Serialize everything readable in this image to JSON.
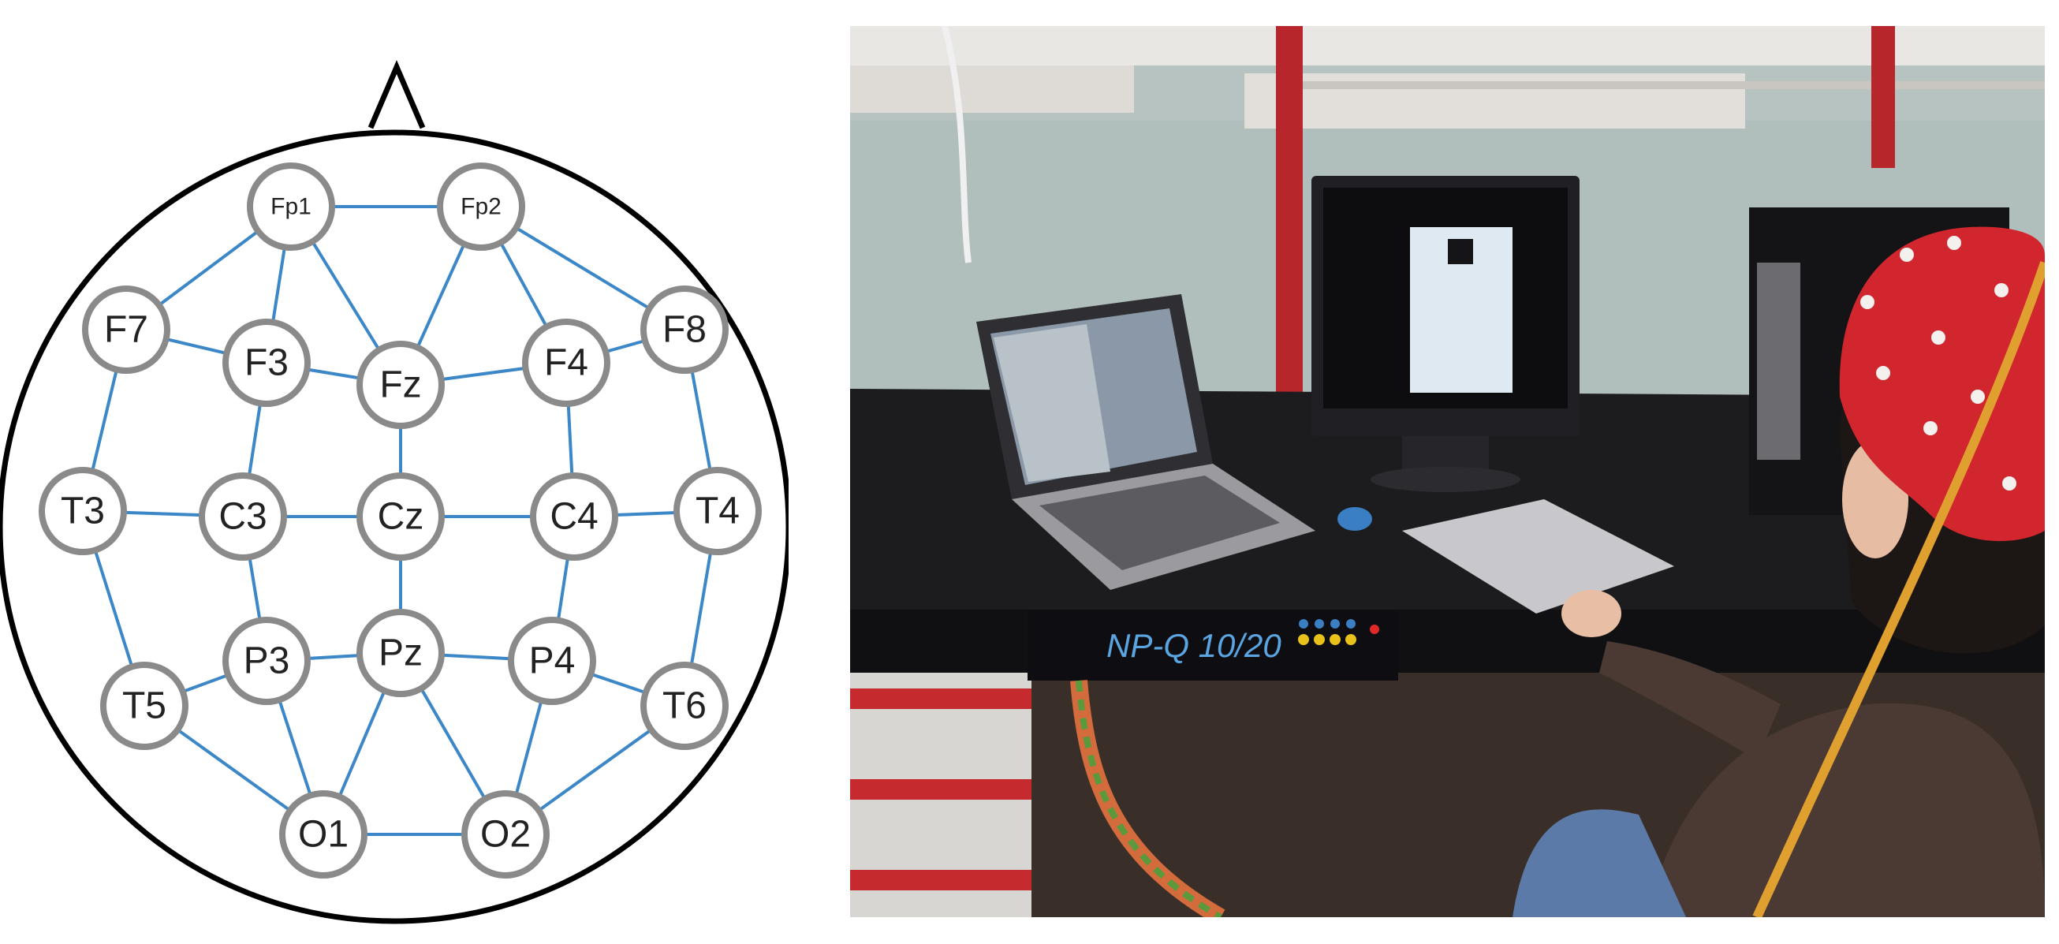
{
  "figure": {
    "diagram": {
      "electrodes": [
        {
          "id": "fp1",
          "label": "Fp1"
        },
        {
          "id": "fp2",
          "label": "Fp2"
        },
        {
          "id": "f7",
          "label": "F7"
        },
        {
          "id": "f3",
          "label": "F3"
        },
        {
          "id": "fz",
          "label": "Fz"
        },
        {
          "id": "f4",
          "label": "F4"
        },
        {
          "id": "f8",
          "label": "F8"
        },
        {
          "id": "t3",
          "label": "T3"
        },
        {
          "id": "c3",
          "label": "C3"
        },
        {
          "id": "cz",
          "label": "Cz"
        },
        {
          "id": "c4",
          "label": "C4"
        },
        {
          "id": "t4",
          "label": "T4"
        },
        {
          "id": "t5",
          "label": "T5"
        },
        {
          "id": "p3",
          "label": "P3"
        },
        {
          "id": "pz",
          "label": "Pz"
        },
        {
          "id": "p4",
          "label": "P4"
        },
        {
          "id": "t6",
          "label": "T6"
        },
        {
          "id": "o1",
          "label": "O1"
        },
        {
          "id": "o2",
          "label": "O2"
        }
      ],
      "connections": [
        [
          "fp1",
          "fp2"
        ],
        [
          "fp1",
          "f7"
        ],
        [
          "fp1",
          "f3"
        ],
        [
          "fp1",
          "fz"
        ],
        [
          "fp2",
          "fz"
        ],
        [
          "fp2",
          "f4"
        ],
        [
          "fp2",
          "f8"
        ],
        [
          "f7",
          "f3"
        ],
        [
          "f3",
          "fz"
        ],
        [
          "fz",
          "f4"
        ],
        [
          "f4",
          "f8"
        ],
        [
          "f7",
          "t3"
        ],
        [
          "f3",
          "c3"
        ],
        [
          "fz",
          "cz"
        ],
        [
          "f4",
          "c4"
        ],
        [
          "f8",
          "t4"
        ],
        [
          "t3",
          "c3"
        ],
        [
          "c3",
          "cz"
        ],
        [
          "cz",
          "c4"
        ],
        [
          "c4",
          "t4"
        ],
        [
          "t3",
          "t5"
        ],
        [
          "c3",
          "p3"
        ],
        [
          "cz",
          "pz"
        ],
        [
          "c4",
          "p4"
        ],
        [
          "t4",
          "t6"
        ],
        [
          "t5",
          "p3"
        ],
        [
          "p3",
          "pz"
        ],
        [
          "pz",
          "p4"
        ],
        [
          "p4",
          "t6"
        ],
        [
          "t5",
          "o1"
        ],
        [
          "p3",
          "o1"
        ],
        [
          "pz",
          "o1"
        ],
        [
          "pz",
          "o2"
        ],
        [
          "p4",
          "o2"
        ],
        [
          "t6",
          "o2"
        ],
        [
          "o1",
          "o2"
        ]
      ],
      "colors": {
        "head_outline": "#000000",
        "connection_line": "#3b87c8",
        "electrode_ring": "#8a8a8a",
        "electrode_fill": "#ffffff"
      }
    },
    "photo": {
      "device_label": "NP-Q 10/20",
      "colors": {
        "wall": "#b5c2c0",
        "desk": "#1b1b1d",
        "cap": "#d2262e",
        "shelf": "#e8e6e2",
        "screen": "#dfe9f1"
      }
    }
  }
}
